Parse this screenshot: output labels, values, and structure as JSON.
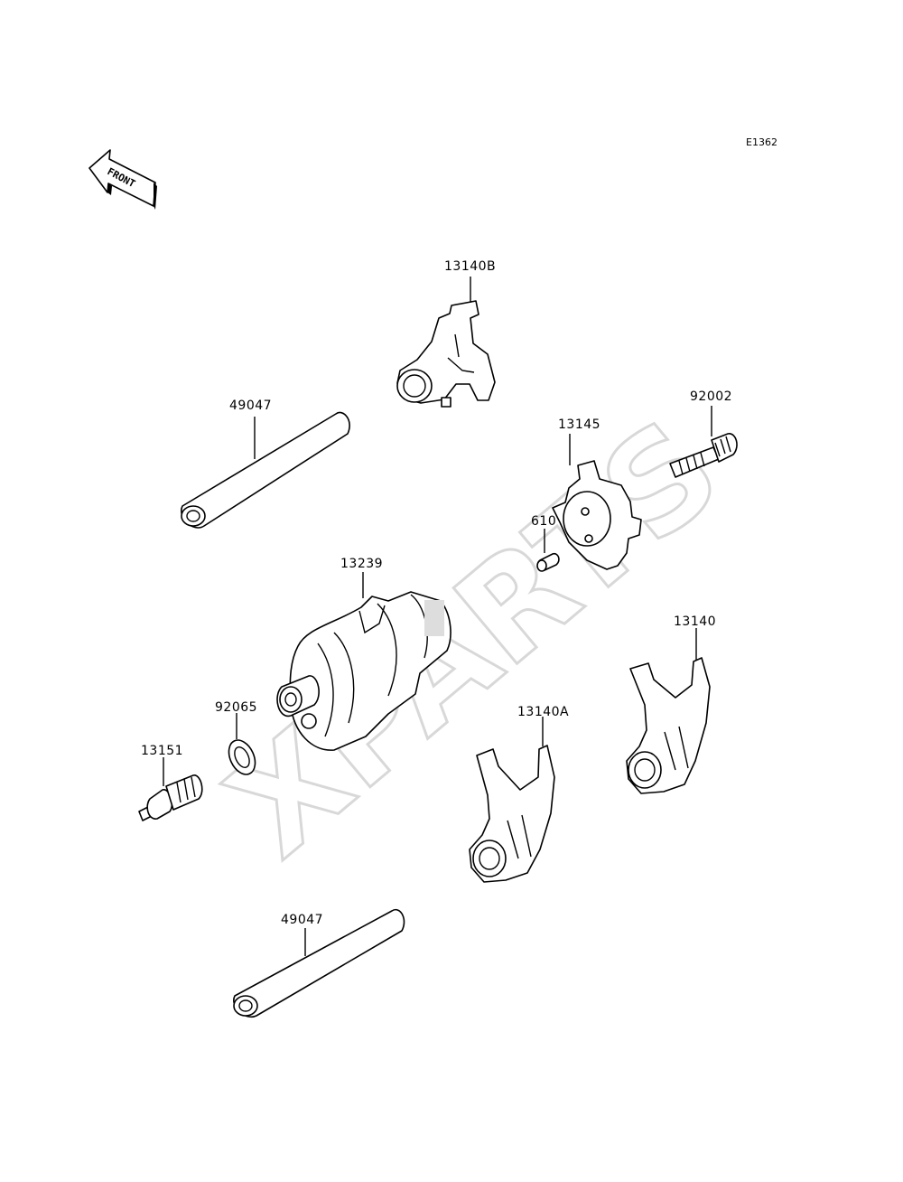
{
  "diagram": {
    "reference_code": "E1362",
    "watermark": "XPARTS",
    "front_indicator": "FRONT",
    "parts": [
      {
        "id": "shift-fork-b",
        "number": "13140B"
      },
      {
        "id": "shift-rod-upper",
        "number": "49047"
      },
      {
        "id": "bolt",
        "number": "92002"
      },
      {
        "id": "gear-drum-cam",
        "number": "13145"
      },
      {
        "id": "pin",
        "number": "610"
      },
      {
        "id": "shift-drum",
        "number": "13239"
      },
      {
        "id": "shift-fork",
        "number": "13140"
      },
      {
        "id": "washer",
        "number": "92065"
      },
      {
        "id": "shift-fork-a",
        "number": "13140A"
      },
      {
        "id": "neutral-switch",
        "number": "13151"
      },
      {
        "id": "shift-rod-lower",
        "number": "49047"
      }
    ]
  }
}
